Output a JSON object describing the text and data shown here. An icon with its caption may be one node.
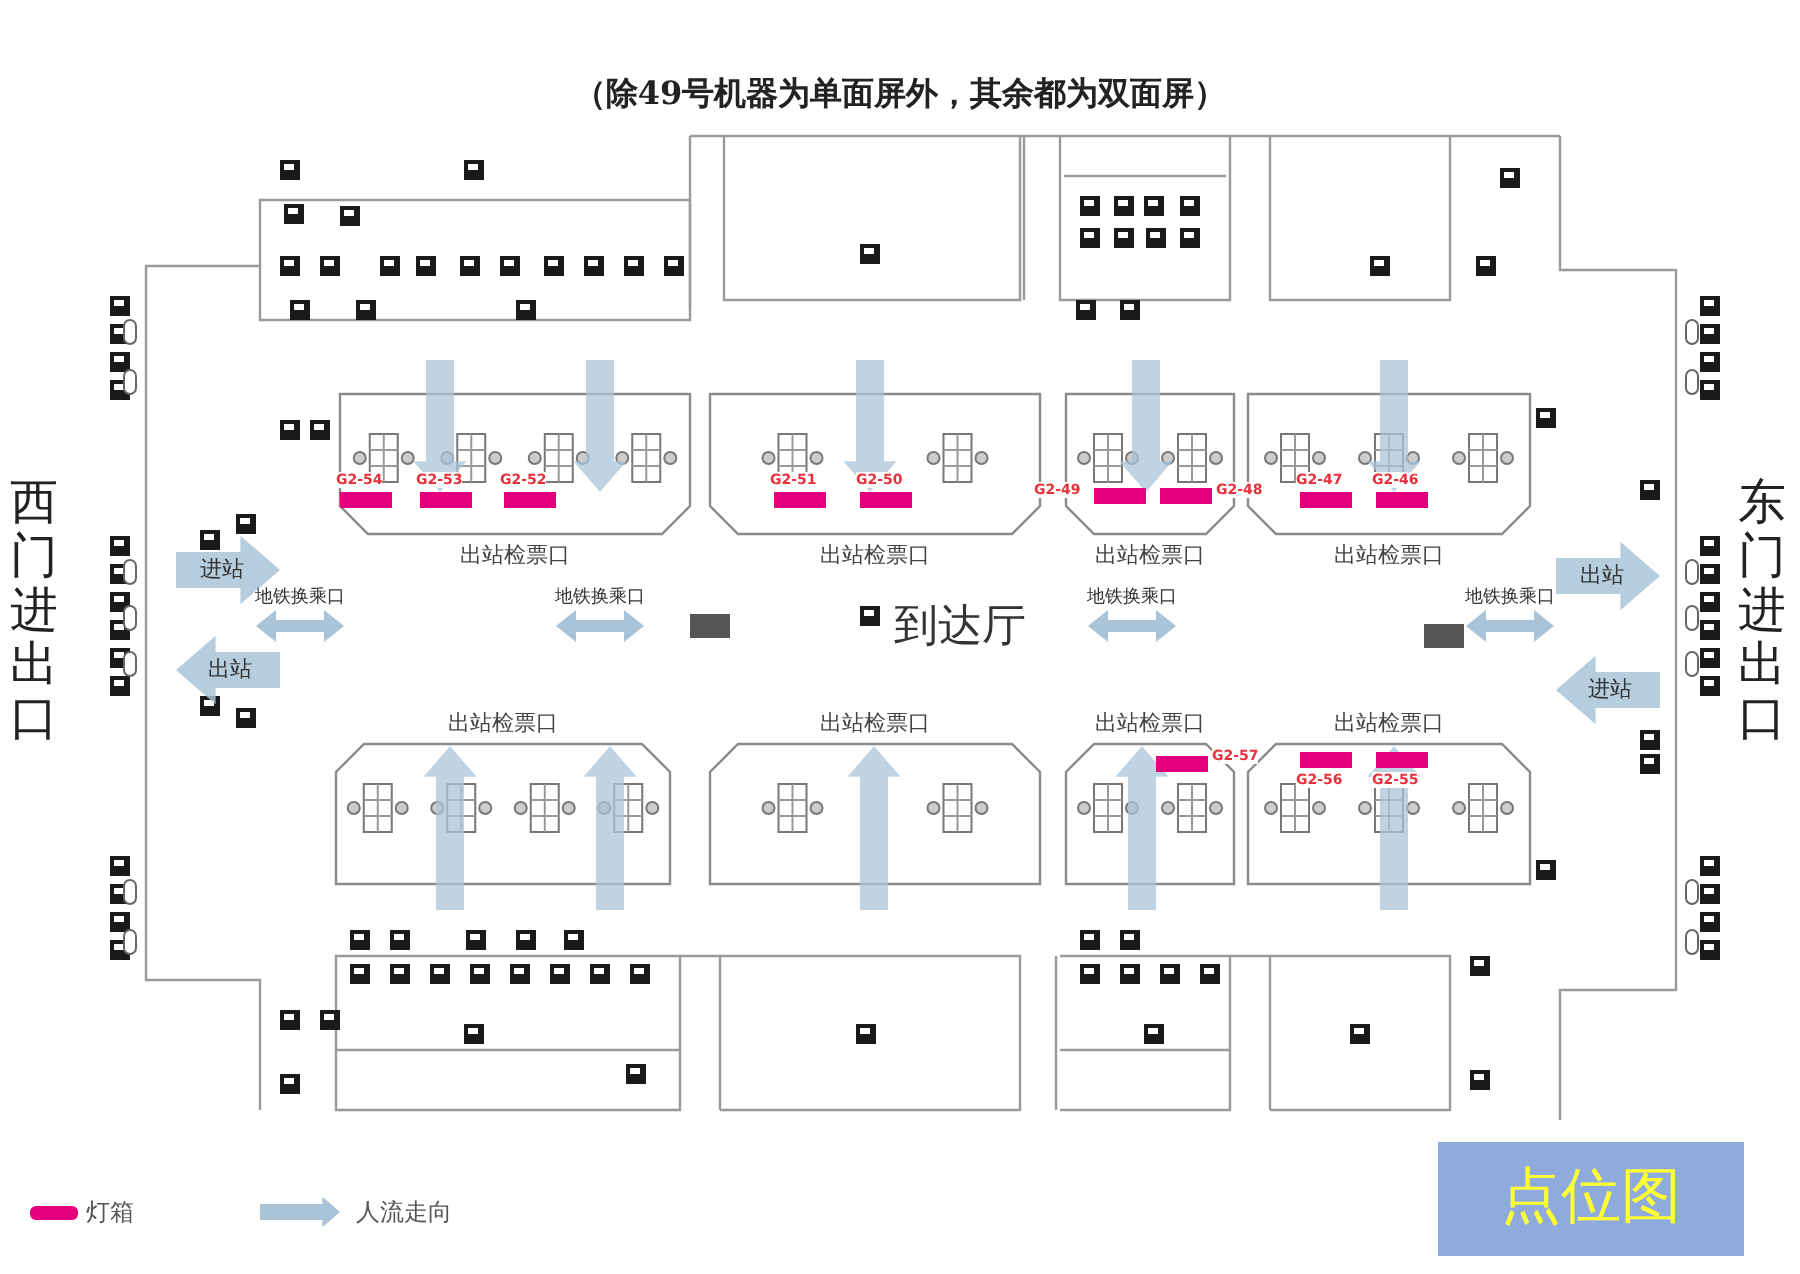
{
  "diagram": {
    "title": "（除49号机器为单面屏外，其余都为双面屏）",
    "nodes": [
      {
        "text": [
          "出站检票口"
        ]
      },
      {
        "text": [
          "出站检票口"
        ]
      },
      {
        "text": [
          "出站检票口"
        ]
      },
      {
        "text": [
          "出站检票口"
        ]
      },
      {
        "text": [
          "出站检票口"
        ]
      },
      {
        "text": [
          "出站检票口"
        ]
      },
      {
        "text": [
          "出站检票口"
        ]
      },
      {
        "text": [
          "出站检票口"
        ]
      },
      {
        "text": [
          "点位图"
        ]
      }
    ],
    "labels": [
      "G2-54",
      "G2-53",
      "G2-52",
      "G2-51",
      "G2-50",
      "G2-49",
      "G2-48",
      "G2-47",
      "G2-46",
      "西门进出口",
      "东门进出口",
      "进站",
      "出站",
      "地铁换乘口",
      "地铁换乘口",
      "到达厅",
      "地铁换乘口",
      "地铁换乘口",
      "出站",
      "进站",
      "G2-57",
      "G2-56",
      "G2-55"
    ],
    "legend": [
      {
        "text": "灯箱",
        "color": "#e6007e"
      },
      {
        "text": "人流走向"
      }
    ]
  }
}
